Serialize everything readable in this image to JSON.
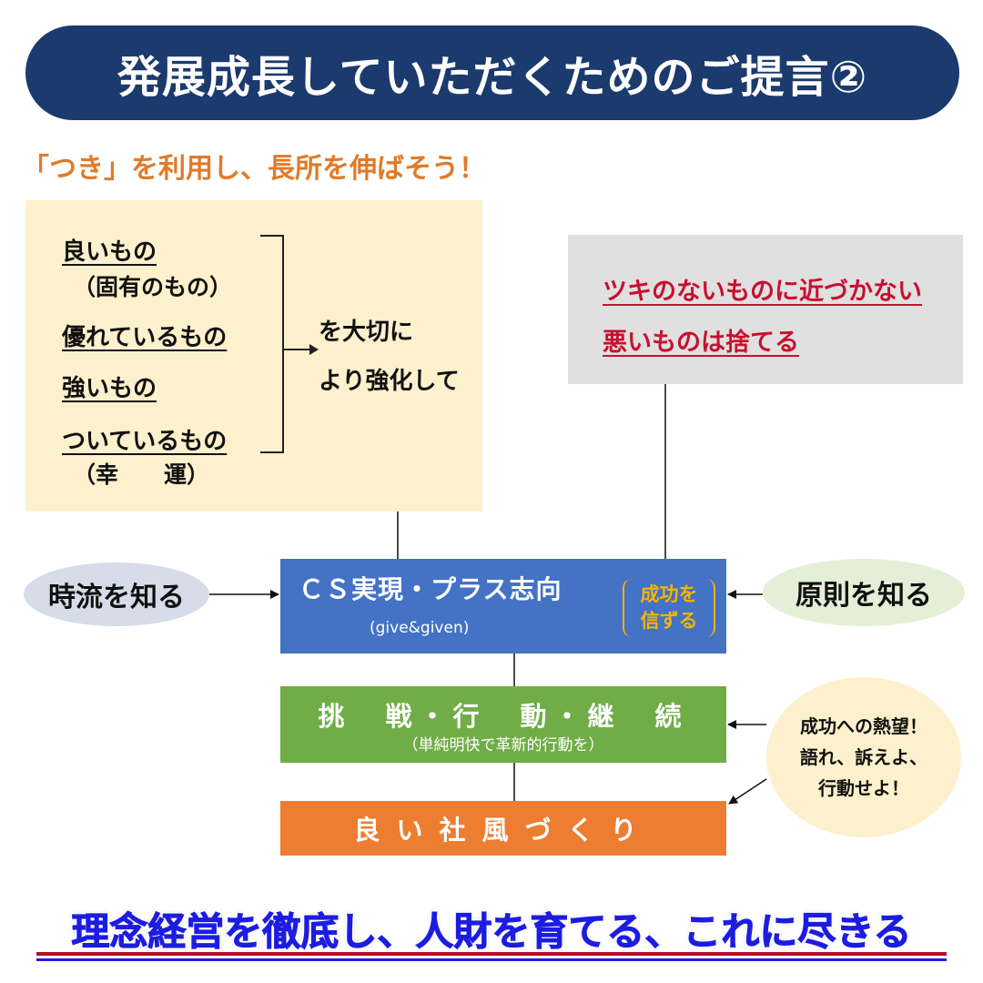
{
  "title": "発展成長していただくためのご提言②",
  "subtitle": "「つき」を利用し、長所を伸ばそう！",
  "left_box": {
    "items": [
      "良いもの",
      "（固有のもの）",
      "優れているもの",
      "強いもの",
      "ついているもの",
      "（幸　　運）"
    ],
    "result_lines": [
      "を大切に",
      "より強化して"
    ]
  },
  "right_box": {
    "lines": [
      "ツキのないものに近づかない",
      "悪いものは捨てる"
    ]
  },
  "left_ellipse": "時流を知る",
  "right_ellipse": "原則を知る",
  "cs_box": {
    "title": "ＣＳ実現・プラス志向",
    "sub": "(give&given)",
    "believe_lines": [
      "成功を",
      "信ずる"
    ]
  },
  "green_box": {
    "title": "挑　戦・行　動・継　続",
    "sub": "（単純明快で革新的行動を）"
  },
  "orange_box": "良い社風づくり",
  "circle_lines": [
    "成功への熱望！",
    "語れ、訴えよ、",
    "行動せよ！"
  ],
  "slogan": "理念経営を徹底し、人財を育てる、これに尽きる",
  "colors": {
    "title_bg": "#1b3a6e",
    "subtitle": "#e07b2a",
    "left_box_bg": "#fdf0cc",
    "right_box_bg": "#e0e0e0",
    "warning_text": "#c8102e",
    "cs_box_bg": "#4472c4",
    "believe_text": "#f5b400",
    "green_box_bg": "#70ad47",
    "orange_box_bg": "#ed7d31",
    "left_ellipse_bg": "#d6dce8",
    "right_ellipse_bg": "#e3efd6",
    "slogan_text": "#1d1de0",
    "slogan_underline": "#b0102a"
  }
}
